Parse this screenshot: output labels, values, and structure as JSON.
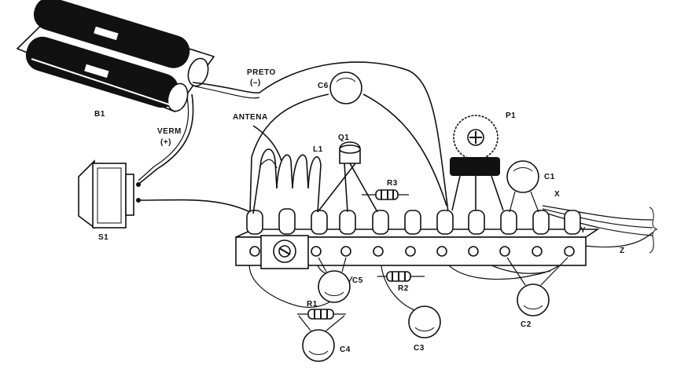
{
  "labels": {
    "b1": "B1",
    "preto": "PRETO",
    "preto_sign": "(–)",
    "verm": "VERM",
    "verm_sign": "(+)",
    "antena": "ANTENA",
    "s1": "S1",
    "l1": "L1",
    "q1": "Q1",
    "c6": "C6",
    "p1": "P1",
    "c1": "C1",
    "r3": "R3",
    "r2": "R2",
    "r1": "R1",
    "c5": "C5",
    "c4": "C4",
    "c3": "C3",
    "c2": "C2",
    "x": "X",
    "y": "Y",
    "z": "Z"
  }
}
